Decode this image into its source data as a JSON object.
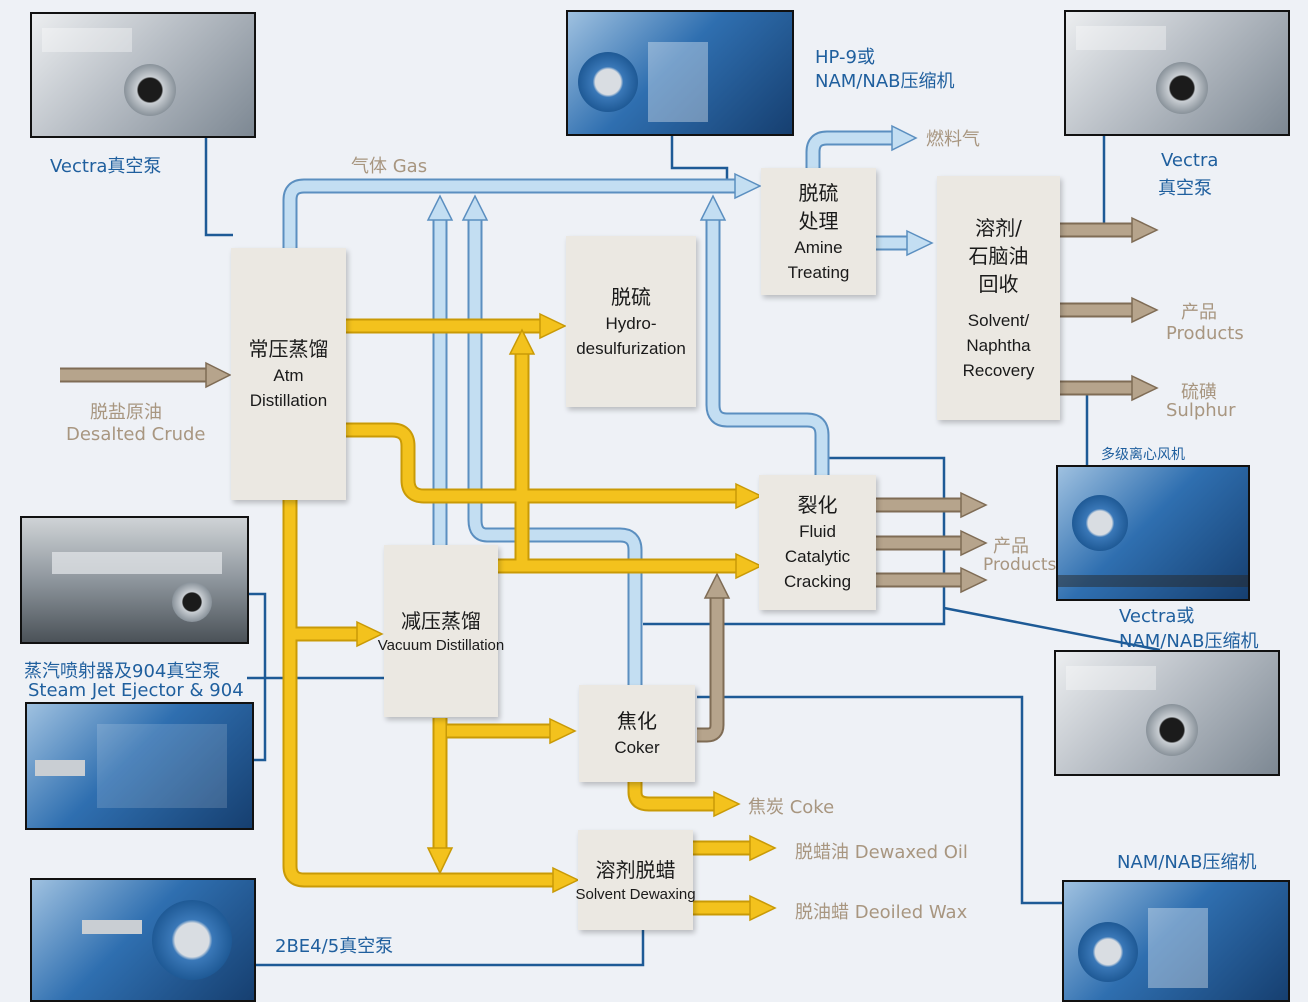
{
  "boxes": {
    "atm": {
      "cn": "常压蒸馏",
      "en1": "Atm",
      "en2": "Distillation"
    },
    "hydro": {
      "cn": "脱硫",
      "en1": "Hydro-",
      "en2": "desulfurization"
    },
    "amine": {
      "cn1": "脱硫",
      "cn2": "处理",
      "en1": "Amine",
      "en2": "Treating"
    },
    "solvent": {
      "cn1": "溶剂/",
      "cn2": "石脑油",
      "cn3": "回收",
      "en1": "Solvent/",
      "en2": "Naphtha",
      "en3": "Recovery"
    },
    "fcc": {
      "cn": "裂化",
      "en1": "Fluid",
      "en2": "Catalytic",
      "en3": "Cracking"
    },
    "vacuum": {
      "cn": "减压蒸馏",
      "en": "Vacuum Distillation"
    },
    "coker": {
      "cn": "焦化",
      "en": "Coker"
    },
    "dewax": {
      "cn": "溶剂脱蜡",
      "en": "Solvent Dewaxing"
    }
  },
  "streams": {
    "gas": "气体 Gas",
    "fuel_gas": "燃料气",
    "crude_cn": "脱盐原油",
    "crude_en": "Desalted Crude",
    "products_cn": "产品",
    "products_en": "Products",
    "sulphur_cn": "硫磺",
    "sulphur_en": "Sulphur",
    "fcc_products_cn": "产品",
    "fcc_products_en": "Products",
    "coke": "焦炭  Coke",
    "dewaxed_oil": "脱蜡油  Dewaxed Oil",
    "deoiled_wax": "脱油蜡  Deoiled Wax"
  },
  "equipment": {
    "vectra_pump_tl": "Vectra真空泵",
    "hp9_line1": "HP-9或",
    "hp9_line2": "NAM/NAB压缩机",
    "vectra_pump_tr_1": "Vectra",
    "vectra_pump_tr_2": "真空泵",
    "multistage_blower": "多级离心风机",
    "vectra_or_nam_1": "Vectra或",
    "vectra_or_nam_2": "NAM/NAB压缩机",
    "steam_jet_cn": "蒸汽喷射器及904真空泵",
    "steam_jet_en": "Steam Jet  Ejector & 904",
    "nam_nab_br": "NAM/NAB压缩机",
    "be_pump": "2BE4/5真空泵"
  },
  "colors": {
    "yellow_flow": "#f3c21d",
    "yellow_edge": "#c99a06",
    "blue_flow": "#c3def2",
    "blue_edge": "#5b8fc0",
    "tan_flow": "#b6a48c",
    "tan_edge": "#7f6c55",
    "equipment_line": "#1d5a96",
    "background": "#eef1f6"
  }
}
